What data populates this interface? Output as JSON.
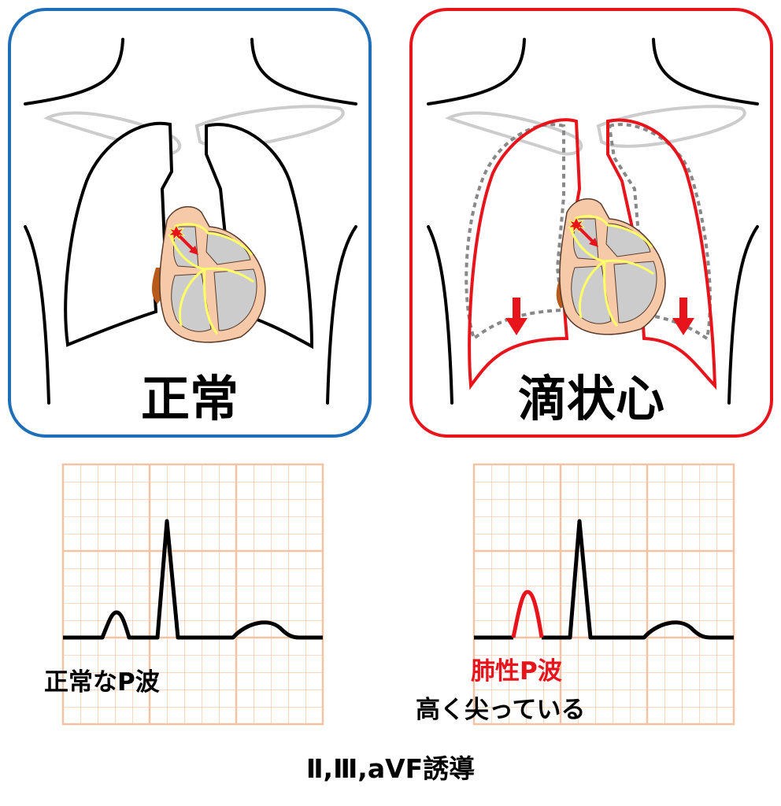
{
  "panels": {
    "normal": {
      "title": "正常",
      "border_color": "#1f6fb8"
    },
    "droplet": {
      "title": "滴状心",
      "border_color": "#e8141b"
    }
  },
  "ecg": {
    "normal": {
      "label": "正常なP波"
    },
    "droplet": {
      "label_red": "肺性P波",
      "label_black": "高く尖っている"
    }
  },
  "footer": "Ⅱ,Ⅲ,aVF誘導",
  "colors": {
    "accent_red": "#e8141b",
    "grid": "#f3c3a3",
    "heart_fill": "#f6c9a8",
    "heart_chamber": "#cccccc",
    "conduction": "#ffff66",
    "aorta": "#b85a1a"
  }
}
